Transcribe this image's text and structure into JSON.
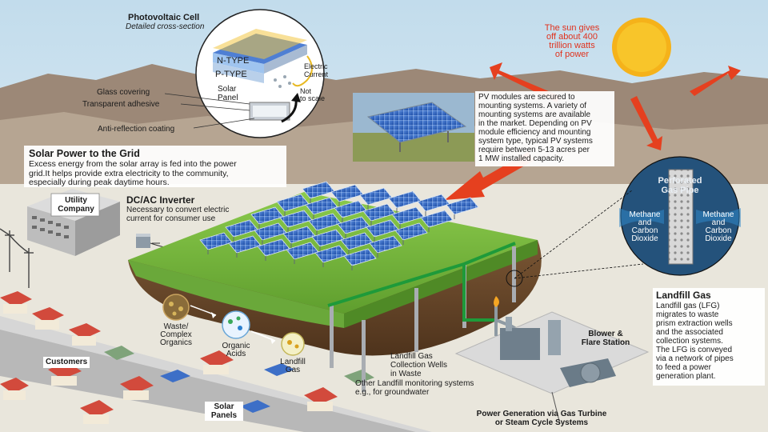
{
  "sun": {
    "caption": "The sun gives\noff about 400\ntrillion watts\nof power"
  },
  "pv_cell": {
    "title": "Photovoltaic Cell",
    "subtitle": "Detailed cross-section",
    "n_type": "N-TYPE",
    "p_type": "P-TYPE",
    "electric_current": "Electric\nCurrent",
    "solar_panel": "Solar\nPanel",
    "not_to_scale": "Not\nto scale",
    "glass_covering": "Glass covering",
    "transparent_adhesive": "Transparent adhesive",
    "anti_reflection": "Anti-reflection coating"
  },
  "pv_modules": {
    "text": "PV modules are secured to\nmounting systems. A variety of\nmounting systems are available\nin the market. Depending on PV\nmodule efficiency and mounting\nsystem type, typical PV systems\nrequire between 5-13 acres per\n1 MW installed capacity."
  },
  "grid": {
    "title": "Solar Power to the Grid",
    "text": "Excess energy from the solar array is fed into the power\ngrid.It helps provide extra electricity to the community,\nespecially during peak daytime hours."
  },
  "utility": {
    "label": "Utility\nCompany"
  },
  "inverter": {
    "title": "DC/AC Inverter",
    "text": "Necessary to convert electric\ncurrent for consumer use"
  },
  "pipe": {
    "title": "Perforated\nGas Pipe",
    "left_gas": "Methane\nand\nCarbon\nDioxide",
    "right_gas": "Methane\nand\nCarbon\nDioxide"
  },
  "landfill_gas": {
    "title": "Landfill Gas",
    "text": "Landfill gas (LFG)\nmigrates to waste\nprism extraction wells\nand the associated\ncollection systems.\nThe LFG is conveyed\nvia a network of pipes\nto feed a power\ngeneration plant."
  },
  "process": {
    "waste": "Waste/\nComplex\nOrganics",
    "acids": "Organic\nAcids",
    "lfg": "Landfill\nGas"
  },
  "wells": {
    "text": "Landfill Gas\nCollection Wells\nin Waste"
  },
  "monitoring": {
    "text": "Other Landfill monitoring systems\ne.g., for groundwater"
  },
  "blower": {
    "text": "Blower &\nFlare Station"
  },
  "power_gen": {
    "text": "Power Generation via Gas Turbine\nor Steam Cycle Systems"
  },
  "customers": {
    "label": "Customers"
  },
  "solar_panels": {
    "label": "Solar\nPanels"
  },
  "colors": {
    "sky": "#cfe3ef",
    "grass": "#79b83e",
    "soil": "#6a4a2e",
    "sun": "#f5b21a",
    "arrow": "#e5401f",
    "panel": "#2f66c4",
    "pipe_green": "#1e9a3a"
  }
}
